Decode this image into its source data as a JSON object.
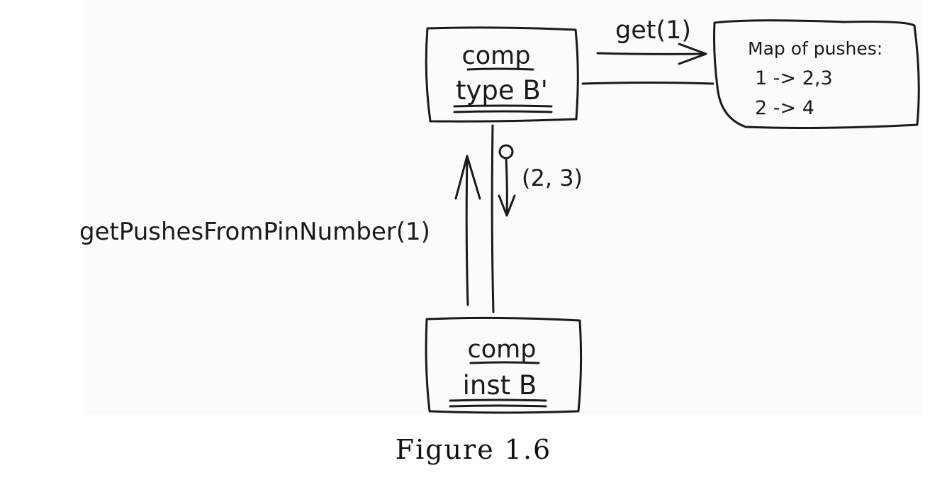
{
  "diagram": {
    "comp_type_box": {
      "line1": "comp",
      "line2": "type B'"
    },
    "comp_inst_box": {
      "line1": "comp",
      "line2": "inst B"
    },
    "map_box": {
      "title": "Map of pushes:",
      "entries": [
        "1 -> 2,3",
        "2 -> 4"
      ]
    },
    "get_call_label": "get(1)",
    "pushes_call_label": "getPushesFromPinNumber(1)",
    "return_value_label": "(2, 3)"
  },
  "caption": "Figure 1.6"
}
